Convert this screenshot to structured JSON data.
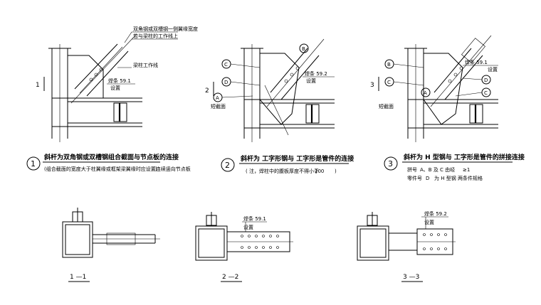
{
  "panel1": {
    "number": "1",
    "section_mark": "1",
    "title": "斜杆为双角钢或双槽钢组合截面与节点板的连接",
    "note": "(组合截面的宽度大于柱翼缘或框架梁翼缘时应设置连续竖向节点板",
    "note_end": ")",
    "callout_top": "双角钢或双槽钢一侧翼缘宽度",
    "callout_top2": "若与梁柱的工作线上",
    "callout_mid": "梁柱工作线",
    "weld": "焊条 59.1",
    "weld2": "设置"
  },
  "panel2": {
    "number": "2",
    "section_mark": "2",
    "title": "斜杆为  工字形钢与  工字形是管件的连接",
    "note": "( 注，焊柱中的腹板厚度不得小于",
    "note_val": "200",
    "note_end": ")",
    "weld": "焊条 59.2",
    "weld2": "设置",
    "label_left": "短截面",
    "bubbles": [
      "B",
      "C",
      "D",
      "A"
    ]
  },
  "panel3": {
    "number": "3",
    "section_mark": "3",
    "title": "斜杆为  H 型钢与  工字形是管件的拼接连接",
    "line2a": "拼号",
    "line2b": "A、B 及 C 由经",
    "line2c": "≥1",
    "line3a": "零件号",
    "line3b": "D",
    "line3c": "为 H  型钢 两条件规格",
    "weld": "焊条 59.1",
    "weld2": "设置",
    "label_left": "短截面",
    "bubbles": [
      "B",
      "C",
      "D",
      "A",
      "C"
    ]
  },
  "sections": {
    "s1": "1 —1",
    "s2": "2 —2",
    "s3": "3 —3",
    "s2_weld": "焊条 59.1",
    "s2_weld2": "设置",
    "s3_weld": "焊条 59.2",
    "s3_weld2": "设置"
  }
}
